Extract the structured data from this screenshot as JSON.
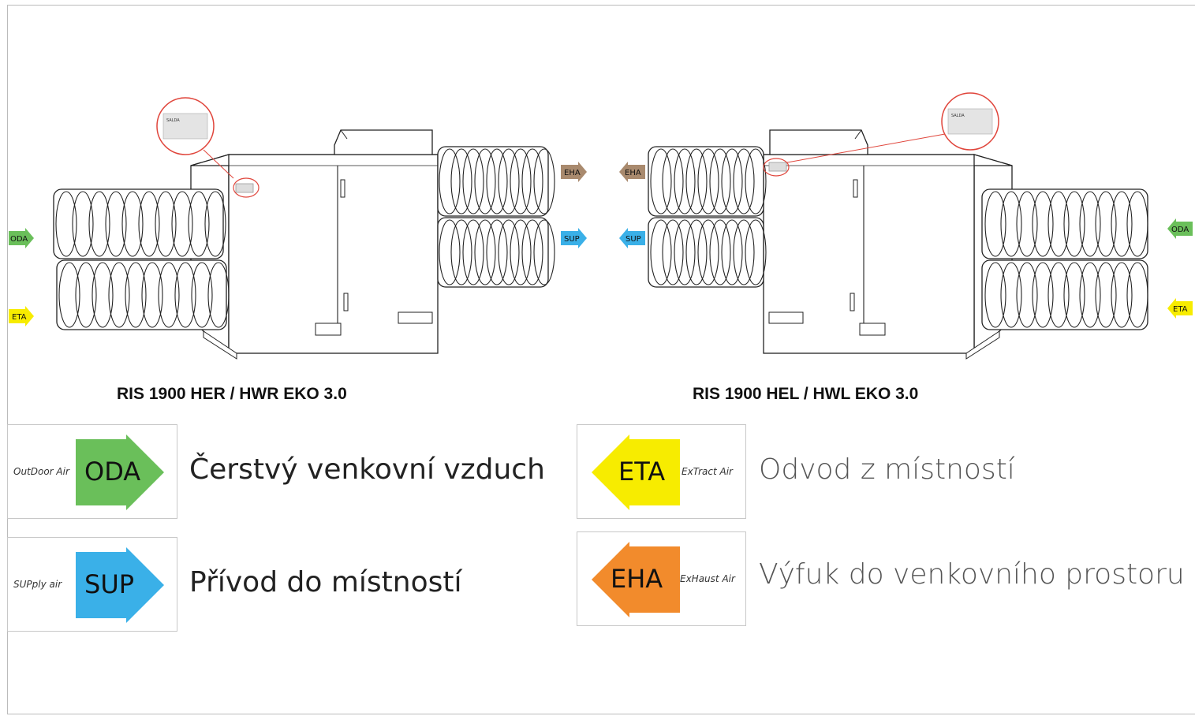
{
  "models": {
    "left": "RIS 1900 HER / HWR EKO 3.0",
    "right": "RIS 1900 HEL / HWL EKO 3.0"
  },
  "flows": {
    "oda": "ODA",
    "eta": "ETA",
    "eha": "EHA",
    "sup": "SUP"
  },
  "legend": {
    "oda": {
      "code": "ODA",
      "sub": "OutDoor Air",
      "desc": "Čerstvý venkovní vzduch",
      "color": "#6abf5a"
    },
    "sup": {
      "code": "SUP",
      "sub": "SUPply air",
      "desc": "Přívod do místností",
      "color": "#3ab0e8"
    },
    "eta": {
      "code": "ETA",
      "sub": "ExTract Air",
      "desc": "Odvod z místností",
      "color": "#f7ec00"
    },
    "eha": {
      "code": "EHA",
      "sub": "ExHaust Air",
      "desc": "Výfuk do venkovního prostoru",
      "color": "#f28b2c"
    }
  },
  "colors": {
    "eha_arrow": "#a98a6e",
    "zoom_ring": "#e0463c"
  },
  "brand": "SALDA"
}
